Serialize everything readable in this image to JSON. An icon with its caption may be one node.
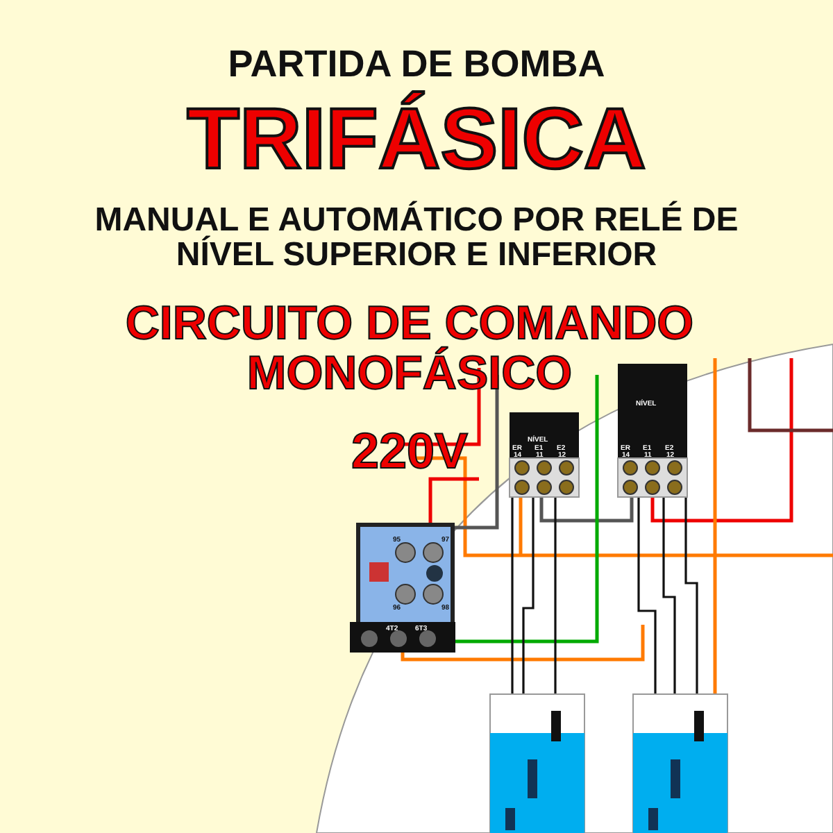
{
  "diagram": {
    "title": "PARTIDA DE BOMBA",
    "labels": [
      "TRIFÁSICA",
      "MANUAL E AUTOMÁTICO POR RELÉ DE NÍVEL SUPERIOR E INFERIOR",
      "CIRCUITO DE COMANDO MONOFÁSICO",
      "220V",
      "NÍVEL",
      "ER",
      "E1",
      "E2",
      "14",
      "11",
      "12",
      "NÍVEL",
      "ER",
      "E1",
      "E2",
      "14",
      "11",
      "12",
      "95",
      "97",
      "96",
      "98",
      "4T2",
      "6T3"
    ]
  }
}
